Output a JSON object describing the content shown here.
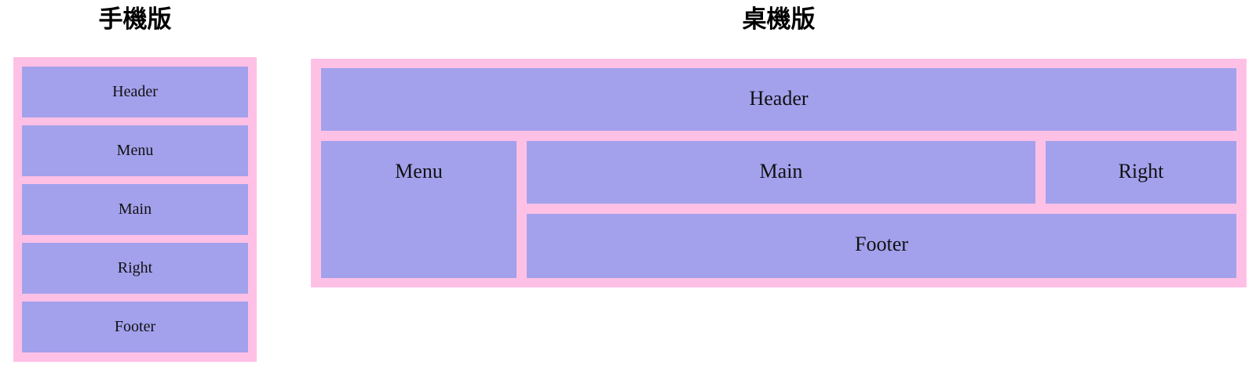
{
  "colors": {
    "container_pink": "#ffc0e6",
    "box_purple": "#a3a1ec",
    "label_text": "#111111",
    "title_text": "#000000",
    "page_background": "#ffffff"
  },
  "mobile": {
    "title": "手機版",
    "boxes": [
      "Header",
      "Menu",
      "Main",
      "Right",
      "Footer"
    ]
  },
  "desktop": {
    "title": "桌機版",
    "boxes": {
      "header": "Header",
      "menu": "Menu",
      "main": "Main",
      "right": "Right",
      "footer": "Footer"
    }
  }
}
